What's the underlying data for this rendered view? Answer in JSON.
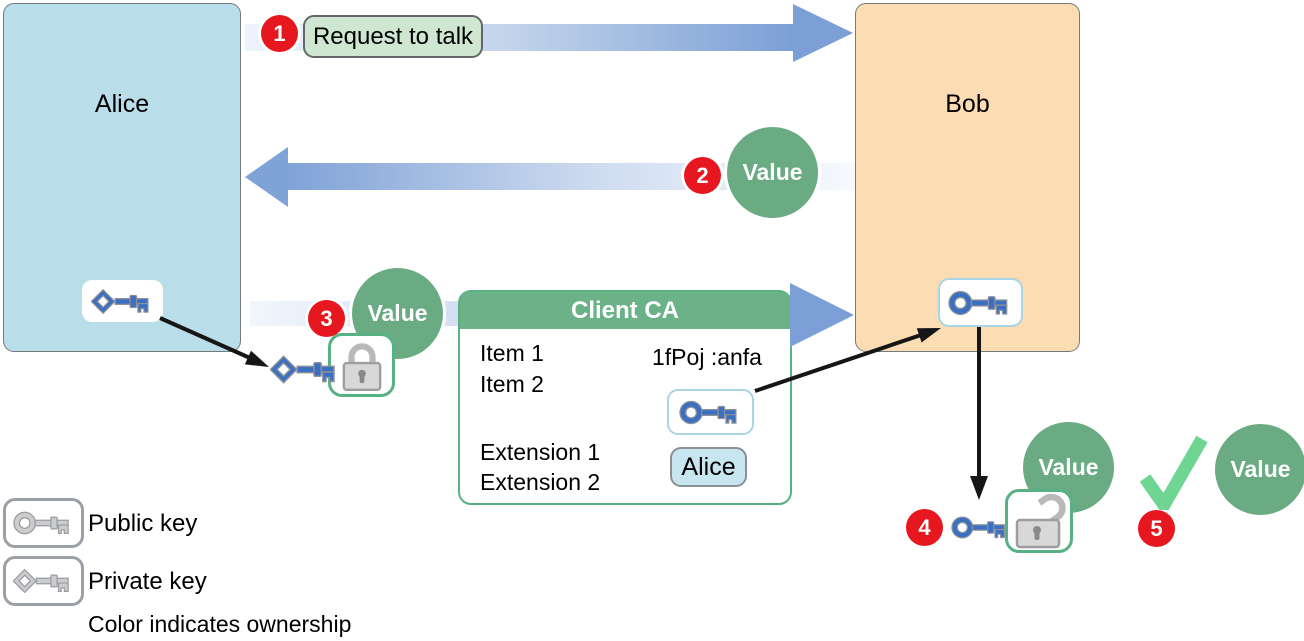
{
  "actors": {
    "left": "Alice",
    "right": "Bob"
  },
  "steps": [
    {
      "number": "1",
      "label": "Request to talk"
    },
    {
      "number": "2",
      "label": "Value"
    },
    {
      "number": "3",
      "label": "Value"
    },
    {
      "number": "4",
      "label": "Value"
    },
    {
      "number": "5",
      "label": "Value"
    }
  ],
  "certificate": {
    "title": "Client CA",
    "items": [
      "Item 1",
      "Item 2"
    ],
    "ciphertext": "1fPoj :anfa",
    "extensions": [
      "Extension 1",
      "Extension 2"
    ],
    "subject": "Alice"
  },
  "legend": {
    "public_key_label": "Public key",
    "private_key_label": "Private key",
    "ownership_note": "Color indicates ownership"
  },
  "icons": {
    "public_key": "public-key-icon",
    "private_key": "private-key-icon",
    "lock_closed": "lock-closed-icon",
    "lock_open": "lock-open-icon",
    "checkmark": "checkmark-icon"
  },
  "colors": {
    "alice_fill": "#b9dde9",
    "bob_fill": "#fcddb3",
    "arrow_blue": "#7b9fd6",
    "value_green": "#6aab84",
    "badge_red": "#e6171f",
    "key_blue": "#3a6fc2",
    "key_gray": "#cccccc",
    "lock_gray": "#b9b9b9",
    "check_green": "#6fd593",
    "cert_green": "#58b184",
    "request_pill_fill": "#cfe7d0",
    "subject_pill_fill": "#c8e6f0"
  }
}
